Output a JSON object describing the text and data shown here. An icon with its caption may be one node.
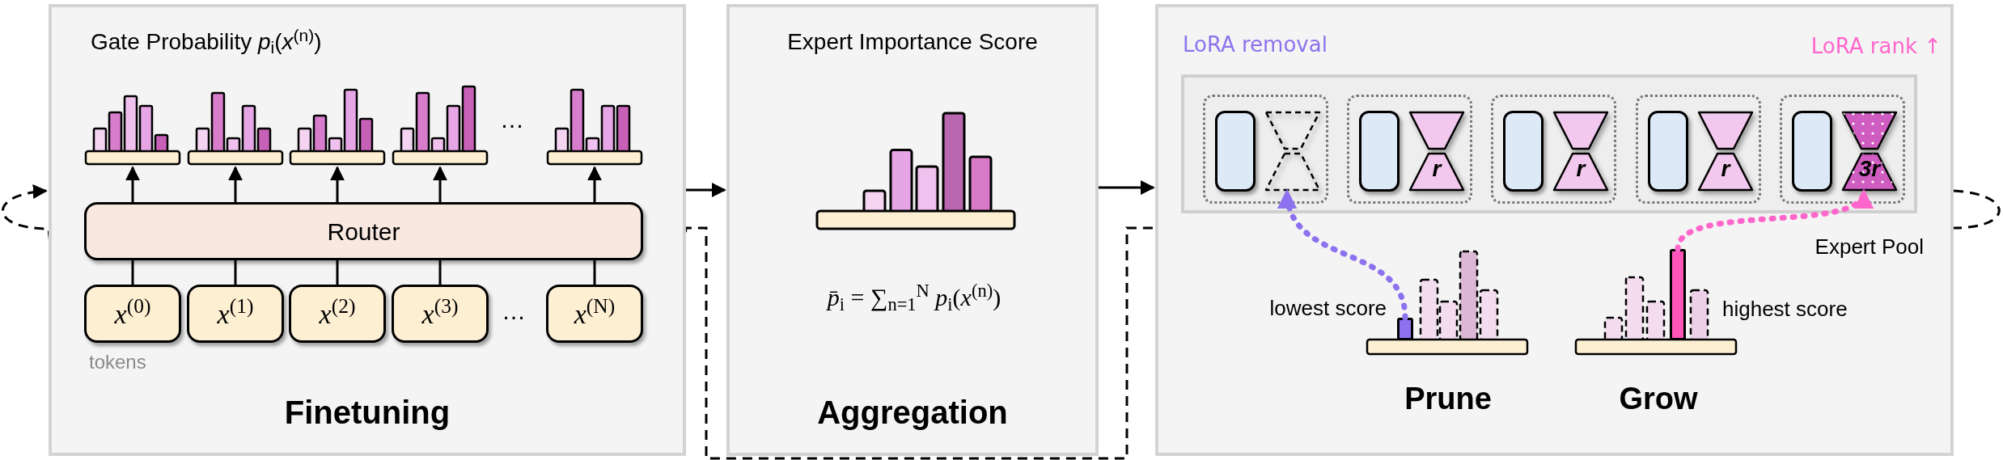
{
  "diagram": {
    "nodes": [
      {
        "text": [
          "Gate Probability *p*$_{i}$(*x*$^{(n)}$)",
          "Finetuning"
        ]
      },
      {
        "text": [],
        "shape": "histogram",
        "in": 0
      },
      {
        "text": [],
        "shape": "histogram",
        "in": 0
      },
      {
        "text": [],
        "shape": "histogram",
        "in": 0
      },
      {
        "text": [],
        "shape": "histogram",
        "in": 0
      },
      {
        "text": [],
        "shape": "histogram",
        "in": 0
      },
      {
        "text": [
          "Router"
        ],
        "in": 0
      },
      {
        "text": [
          "*x*$^{(0)}$"
        ],
        "in": 0
      },
      {
        "text": [
          "*x*$^{(1)}$"
        ],
        "in": 0
      },
      {
        "text": [
          "*x*$^{(2)}$"
        ],
        "in": 0
      },
      {
        "text": [
          "*x*$^{(3)}$"
        ],
        "in": 0
      },
      {
        "text": [
          "*x*$^{(N)}$"
        ],
        "in": 0
      },
      {
        "text": [
          "Expert Importance Score",
          "Aggregation"
        ]
      },
      {
        "text": [],
        "shape": "box"
      },
      {
        "text": [
          "Expert Pool"
        ],
        "in": 13
      },
      {
        "text": [],
        "shape": "box",
        "in": 14
      },
      {
        "text": [],
        "shape": "box",
        "in": 15
      },
      {
        "text": [],
        "shape": "hourglass",
        "in": 15
      },
      {
        "text": [],
        "shape": "box",
        "in": 14
      },
      {
        "text": [],
        "shape": "box",
        "in": 18
      },
      {
        "text": [
          "r"
        ],
        "in": 18
      },
      {
        "text": [],
        "shape": "box",
        "in": 14
      },
      {
        "text": [],
        "shape": "box",
        "in": 21
      },
      {
        "text": [
          "r"
        ],
        "in": 21
      },
      {
        "text": [],
        "shape": "box",
        "in": 14
      },
      {
        "text": [],
        "shape": "box",
        "in": 24
      },
      {
        "text": [
          "r"
        ],
        "in": 24
      },
      {
        "text": [],
        "shape": "box",
        "in": 14
      },
      {
        "text": [],
        "shape": "box",
        "in": 27
      },
      {
        "text": [
          "3r"
        ],
        "in": 27
      },
      {
        "text": [],
        "shape": "bar",
        "in": 13,
        "beside": [
          "lowest score"
        ]
      },
      {
        "text": [],
        "shape": "bar",
        "in": 13,
        "beside": [
          "highest score"
        ]
      }
    ],
    "edges": [
      {
        "from": 7,
        "to": 6,
        "arrow": "none"
      },
      {
        "from": 8,
        "to": 6,
        "arrow": "none"
      },
      {
        "from": 9,
        "to": 6,
        "arrow": "none"
      },
      {
        "from": 10,
        "to": 6,
        "arrow": "none"
      },
      {
        "from": 11,
        "to": 6,
        "arrow": "none"
      },
      {
        "from": 6,
        "to": 1,
        "arrow": "to"
      },
      {
        "from": 6,
        "to": 2,
        "arrow": "to"
      },
      {
        "from": 6,
        "to": 3,
        "arrow": "to"
      },
      {
        "from": 6,
        "to": 4,
        "arrow": "to"
      },
      {
        "from": 6,
        "to": 5,
        "arrow": "to"
      },
      {
        "from": 0,
        "to": 12,
        "arrow": "to"
      },
      {
        "from": 12,
        "to": 13,
        "arrow": "to"
      },
      {
        "from": 13,
        "to": 0,
        "arrow": "to",
        "style": "dashed"
      },
      {
        "from": 30,
        "to": 17,
        "arrow": "to",
        "style": "dashed",
        "color": "#8c72ee"
      },
      {
        "from": 31,
        "to": 29,
        "arrow": "to",
        "style": "dashed",
        "color": "#ff66cc"
      }
    ],
    "labels": [
      "…",
      "…",
      "tokens",
      "*p̄*$_{i}$ = ∑$_{n=1}$$^{N}$ *p*$_{i}$(*x*$^{(n)}$)",
      "LoRA removal",
      "LoRA rank ↑",
      "Prune",
      "Grow"
    ]
  }
}
